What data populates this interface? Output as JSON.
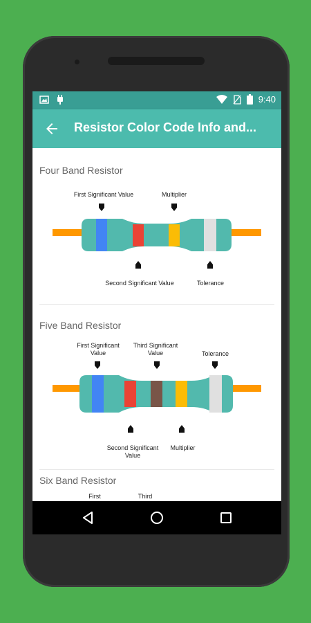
{
  "statusbar": {
    "time": "9:40",
    "icons_left": [
      "image-icon",
      "android-debug-icon"
    ],
    "icons_right": [
      "wifi-icon",
      "no-sim-icon",
      "battery-icon"
    ]
  },
  "appbar": {
    "title": "Resistor Color Code Info and...",
    "back_icon": "arrow-back-icon"
  },
  "colors": {
    "background": "#4caf50",
    "statusbar": "#399e94",
    "appbar": "#4cbbad",
    "resistor_body": "#52b9ad",
    "lead": "#ff9800",
    "blue": "#4285f4",
    "red": "#ea4335",
    "yellow": "#fbbc05",
    "brown": "#795548",
    "silver": "#e0e0e0"
  },
  "sections": [
    {
      "title": "Four Band Resistor",
      "labels": {
        "first": "First Significant Value",
        "multiplier": "Multiplier",
        "second": "Second Significant Value",
        "tolerance": "Tolerance"
      }
    },
    {
      "title": "Five Band Resistor",
      "labels": {
        "first_line1": "First Significant",
        "first_line2": "Value",
        "third_line1": "Third Significant",
        "third_line2": "Value",
        "tolerance": "Tolerance",
        "second_line1": "Second Significant",
        "second_line2": "Value",
        "multiplier": "Multiplier"
      }
    },
    {
      "title": "Six Band Resistor",
      "labels": {
        "first": "First",
        "third": "Third"
      }
    }
  ],
  "navbar": {
    "back": "back-triangle-icon",
    "home": "home-circle-icon",
    "recents": "recents-square-icon"
  }
}
